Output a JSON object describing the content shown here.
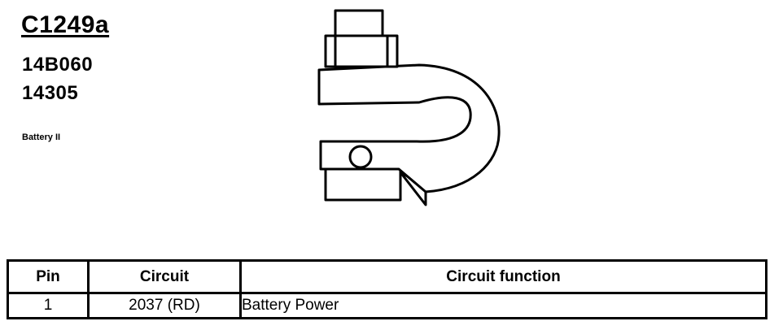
{
  "connector": {
    "id": "C1249a",
    "part_numbers": [
      "14B060",
      "14305"
    ],
    "description": "Battery II"
  },
  "drawing": {
    "icon": "battery-terminal-clamp-icon",
    "line_color": "#000000",
    "fill_color": "#ffffff"
  },
  "table": {
    "headers": {
      "pin": "Pin",
      "circuit": "Circuit",
      "function": "Circuit function"
    },
    "rows": [
      {
        "pin": "1",
        "circuit": "2037 (RD)",
        "function": "Battery Power"
      }
    ]
  }
}
